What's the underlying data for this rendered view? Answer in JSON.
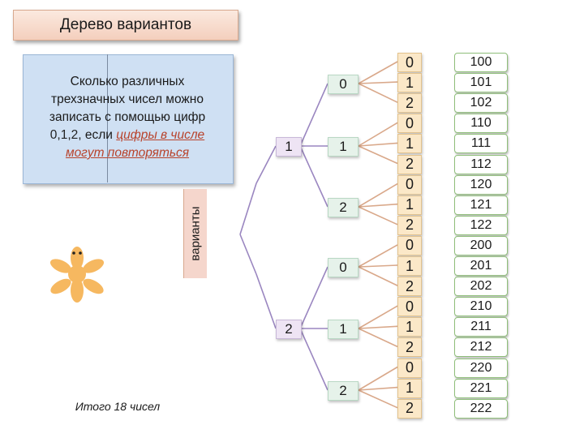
{
  "title": "Дерево вариантов",
  "question": {
    "line1": "Сколько различных",
    "line2": "трехзначных чисел можно",
    "line3": "записать с помощью цифр",
    "digits": "0,1,2,",
    "if_word": " если ",
    "condition_a": "цифры в числе",
    "condition_b": "могут повторяться"
  },
  "side_label": "варианты",
  "total": "Итого 18 чисел",
  "tree": {
    "first_digits": [
      "1",
      "2"
    ],
    "second_digits": [
      "0",
      "1",
      "2",
      "0",
      "1",
      "2"
    ],
    "third_digits": [
      "0",
      "1",
      "2",
      "0",
      "1",
      "2",
      "0",
      "1",
      "2",
      "0",
      "1",
      "2",
      "0",
      "1",
      "2",
      "0",
      "1",
      "2"
    ],
    "results": [
      "100",
      "101",
      "102",
      "110",
      "111",
      "112",
      "120",
      "121",
      "122",
      "200",
      "201",
      "202",
      "210",
      "211",
      "212",
      "220",
      "221",
      "222"
    ]
  },
  "colors": {
    "title_bg": "#f4cfbd",
    "question_bg": "#cfe0f3",
    "condition_text": "#b8432c",
    "first_level_lines": "#9a86c0",
    "second_level_lines": "#d9a88a",
    "result_border": "#8fbf7a",
    "flower": "#f6b860"
  },
  "icons": {
    "character": "flower-character-icon"
  }
}
